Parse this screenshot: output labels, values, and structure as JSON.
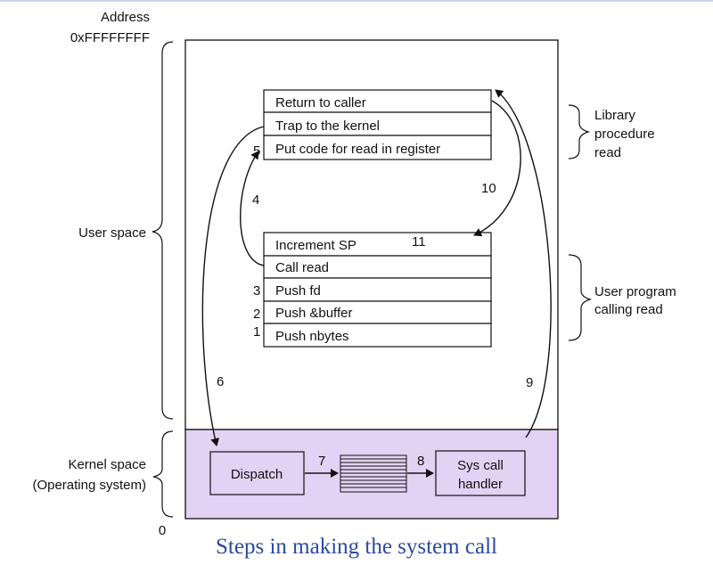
{
  "address_top": {
    "line1": "Address",
    "line2": "0xFFFFFFFF"
  },
  "address_bottom": "0",
  "left_labels": {
    "user_space": "User space",
    "kernel_space_1": "Kernel space",
    "kernel_space_2": "(Operating system)"
  },
  "library": {
    "rows": [
      "Return to caller",
      "Trap to the kernel",
      "Put code for read in register"
    ],
    "label": [
      "Library",
      "procedure",
      "read"
    ]
  },
  "user_program": {
    "rows": [
      "Increment SP",
      "Call read",
      "Push fd",
      "Push &buffer",
      "Push nbytes"
    ],
    "label": [
      "User program",
      "calling read"
    ]
  },
  "kernel": {
    "dispatch": "Dispatch",
    "handler_1": "Sys call",
    "handler_2": "handler"
  },
  "steps": {
    "s1": "1",
    "s2": "2",
    "s3": "3",
    "s4": "4",
    "s5": "5",
    "s6": "6",
    "s7": "7",
    "s8": "8",
    "s9": "9",
    "s10": "10",
    "s11": "11"
  },
  "caption": "Steps in making the system call",
  "colors": {
    "kernel_fill": "#e2d2f4",
    "caption": "#2a4aa0",
    "line": "#111111"
  }
}
